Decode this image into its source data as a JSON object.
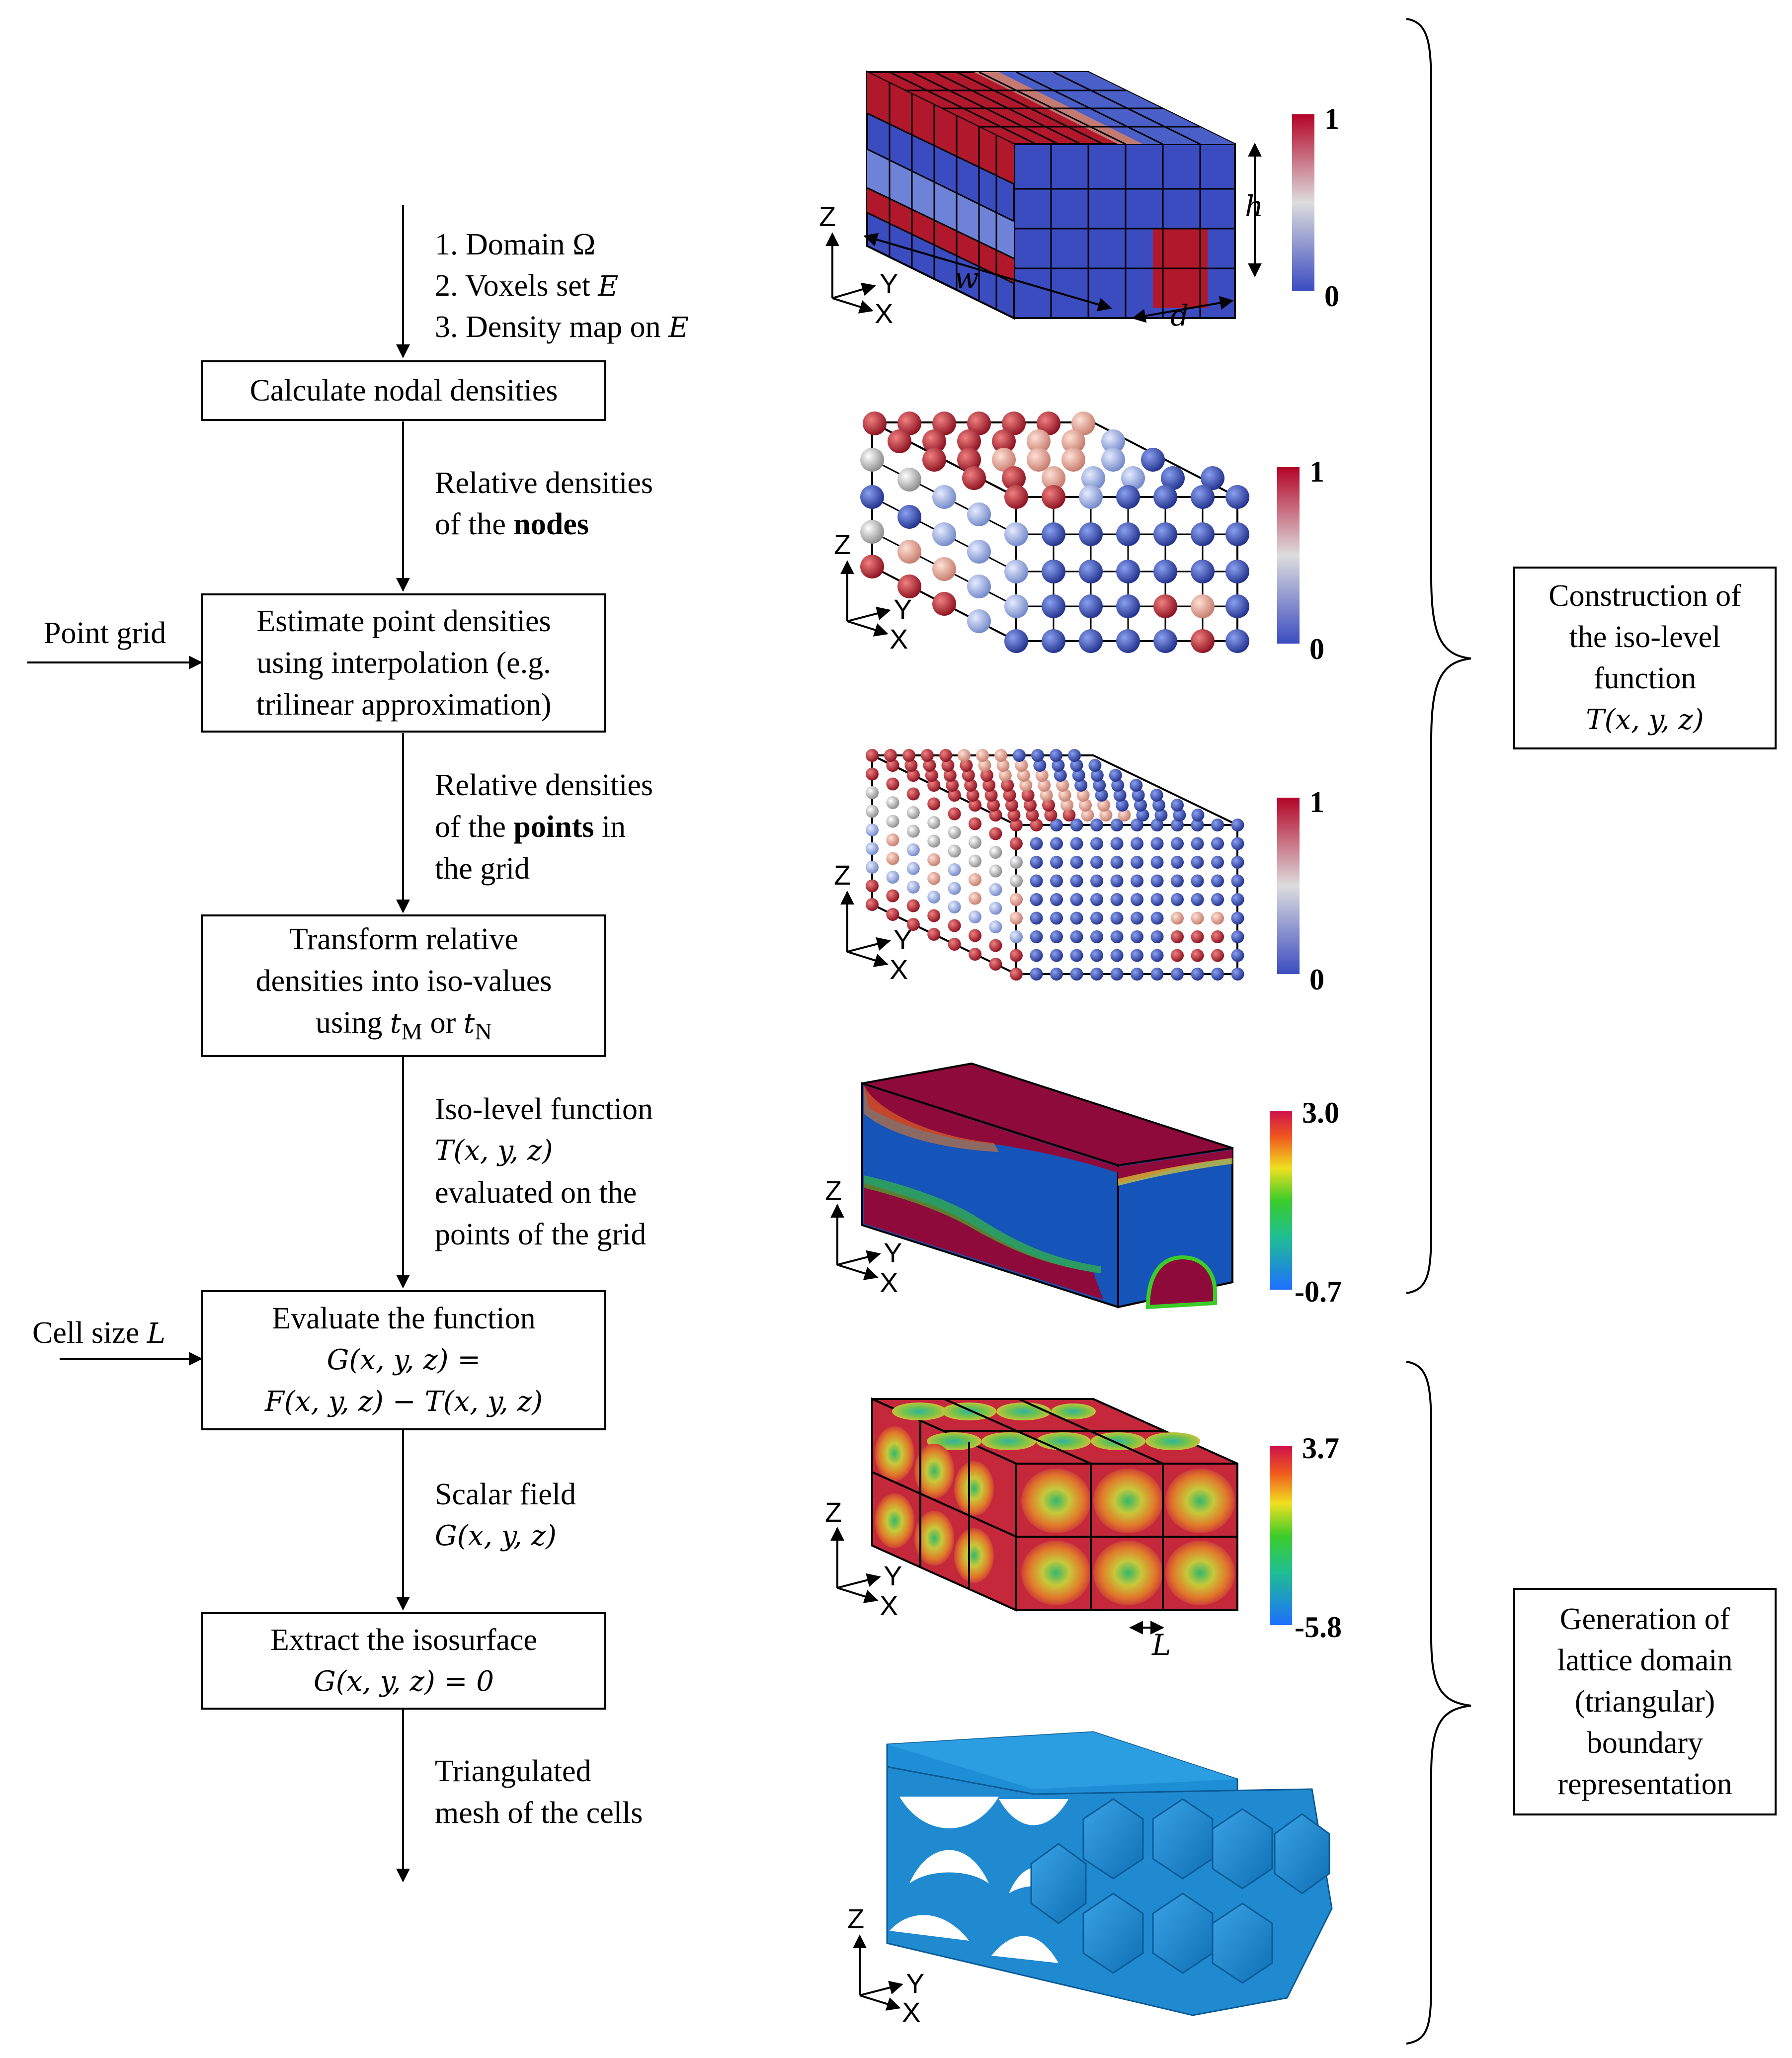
{
  "inputs": {
    "item1": "1. Domain Ω",
    "item2_prefix": "2. Voxels set ",
    "item2_var": "E",
    "item3_prefix": "3. Density map on ",
    "item3_var": "E"
  },
  "steps": {
    "s1": "Calculate nodal densities",
    "s2_lines": [
      "Estimate point densities",
      "using interpolation (e.g.",
      "trilinear approximation)"
    ],
    "s3_lines": [
      "Transform relative",
      "densities into iso-values"
    ],
    "s3_last_prefix": "using ",
    "s3_tm": "t",
    "s3_tm_sub": "M",
    "s3_or": " or ",
    "s3_tn": "t",
    "s3_tn_sub": "N",
    "s4_line1": "Evaluate the function",
    "s4_line2": "G(x, y, z) =",
    "s4_line3": "F(x, y, z) − T(x, y, z)",
    "s5_line1": "Extract the isosurface",
    "s5_line2": "G(x, y, z) = 0"
  },
  "edges": {
    "e1_line1": "Relative densities",
    "e1_line2_prefix": "of the ",
    "e1_line2_bold": "nodes",
    "e2_line1": "Relative densities",
    "e2_line2_prefix": "of the ",
    "e2_line2_bold": "points",
    "e2_line2_suffix": " in",
    "e2_line3": "the grid",
    "e3_line1": "Iso-level function",
    "e3_line2": "T(x, y, z)",
    "e3_line3": "evaluated on the",
    "e3_line4": "points of the grid",
    "e4_line1": "Scalar field",
    "e4_line2": "G(x, y, z)",
    "e5_line1": "Triangulated",
    "e5_line2": "mesh of the cells"
  },
  "side_inputs": {
    "point_grid": "Point grid",
    "cell_size_prefix": "Cell size ",
    "cell_size_var": "L"
  },
  "axes": {
    "x": "X",
    "y": "Y",
    "z": "Z"
  },
  "dims": {
    "w": "w",
    "h": "h",
    "d": "d",
    "L": "L"
  },
  "colorbars": [
    {
      "max": "1",
      "min": "0"
    },
    {
      "max": "1",
      "min": "0"
    },
    {
      "max": "1",
      "min": "0"
    },
    {
      "max": "3.0",
      "min": "-0.7"
    },
    {
      "max": "3.7",
      "min": "-5.8"
    }
  ],
  "groups": {
    "g1_lines": [
      "Construction of",
      "the iso-level",
      "function"
    ],
    "g1_math": "T(x, y, z)",
    "g2_lines": [
      "Generation of",
      "lattice domain",
      "(triangular)",
      "boundary",
      "representation"
    ]
  },
  "colors": {
    "red": "#b2182b",
    "blue": "#3b4cc0",
    "iso_bg": "#1554b8",
    "iso_red": "#8e0a3b",
    "lattice": "#1e8fd6"
  }
}
